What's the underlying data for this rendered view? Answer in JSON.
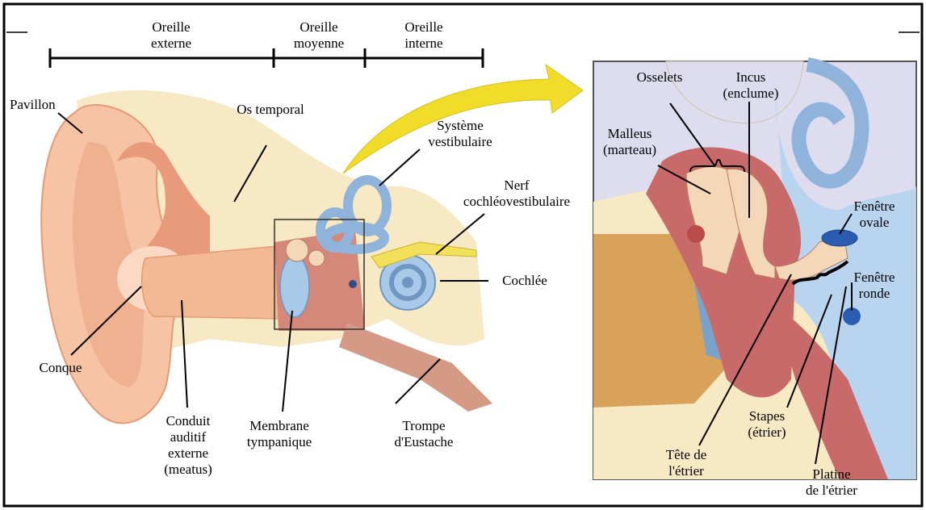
{
  "sections": {
    "outer": "Oreille\nexterne",
    "middle": "Oreille\nmoyenne",
    "inner": "Oreille\ninterne"
  },
  "labels": {
    "pavillon": "Pavillon",
    "os_temporal": "Os temporal",
    "systeme_vestibulaire": "Système\nvestibulaire",
    "nerf": "Nerf\ncochléovestibulaire",
    "cochlee": "Cochlée",
    "conque": "Conque",
    "conduit": "Conduit\nauditif\nexterne\n(meatus)",
    "membrane": "Membrane\ntympanique",
    "trompe": "Trompe\nd'Eustache"
  },
  "detail_labels": {
    "osselets": "Osselets",
    "incus": "Incus\n(enclume)",
    "malleus": "Malleus\n(marteau)",
    "fenetre_ovale": "Fenêtre\novale",
    "fenetre_ronde": "Fenêtre\nronde",
    "stapes": "Stapes\n(étrier)",
    "tete_etrier": "Tête de\nl'étrier",
    "platine": "Platine\nde l'étrier"
  },
  "colors": {
    "skin": "#f6c4a4",
    "skin_dark": "#eba27e",
    "bone": "#f7e9c3",
    "inner_ear_blue": "#a9c9e8",
    "muscle_red": "#c96a6a",
    "arrow_yellow": "#f2dc2a",
    "sky": "#dedcef"
  }
}
